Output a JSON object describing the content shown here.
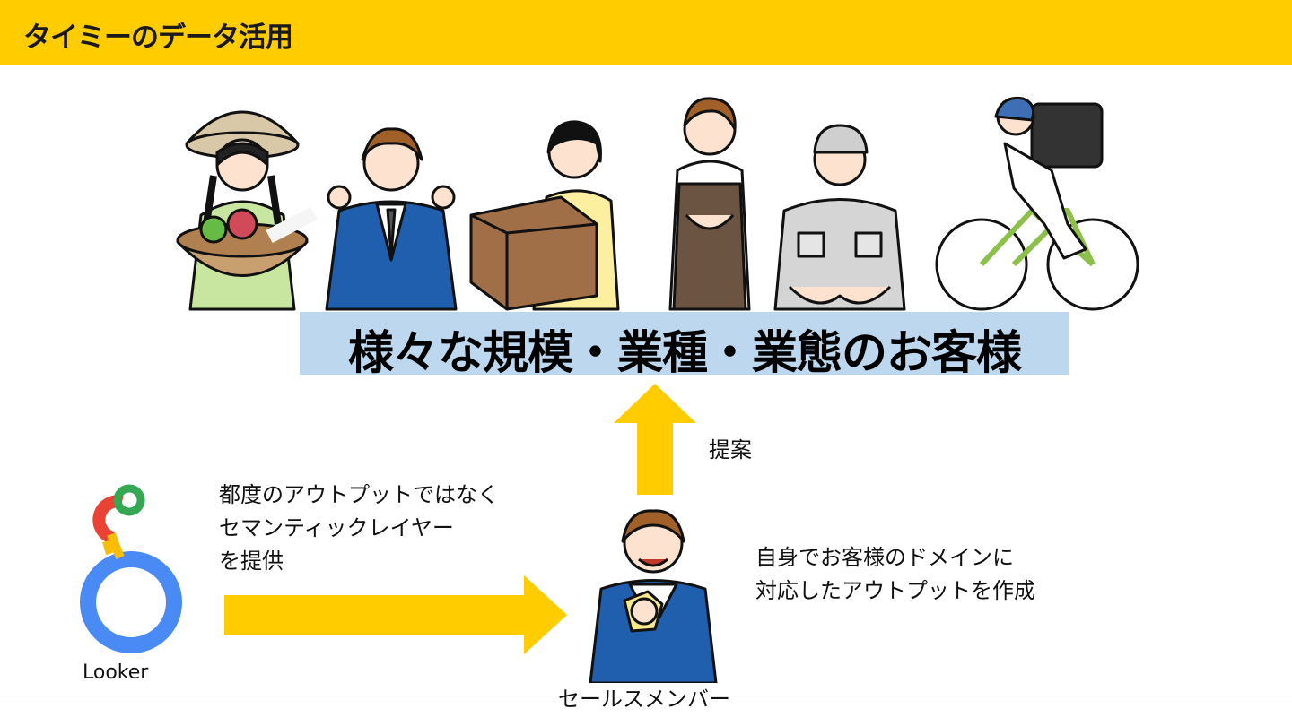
{
  "header": {
    "title": "タイミーのデータ活用"
  },
  "banner": {
    "text": "様々な規模・業種・業態のお客様"
  },
  "arrow_up_label": "提案",
  "semantic_text": {
    "line1": "都度のアウトプットではなく",
    "line2": "セマンティックレイヤー",
    "line3": "を提供"
  },
  "domain_text": {
    "line1": "自身でお客様のドメインに",
    "line2": "対応したアウトプットを作成"
  },
  "looker": {
    "label": "Looker"
  },
  "sales": {
    "label": "セールスメンバー"
  },
  "colors": {
    "header": "#FFCC00",
    "arrow": "#FFCC00",
    "banner": "#BDD7EE",
    "suit": "#1f5fae"
  },
  "icons": {
    "people": [
      "farmer-with-vegetables-icon",
      "businessman-icon",
      "delivery-box-woman-icon",
      "shop-staff-apron-icon",
      "factory-worker-icon",
      "bicycle-courier-icon"
    ],
    "logo": "looker-logo-icon",
    "sales": "sales-member-icon"
  }
}
